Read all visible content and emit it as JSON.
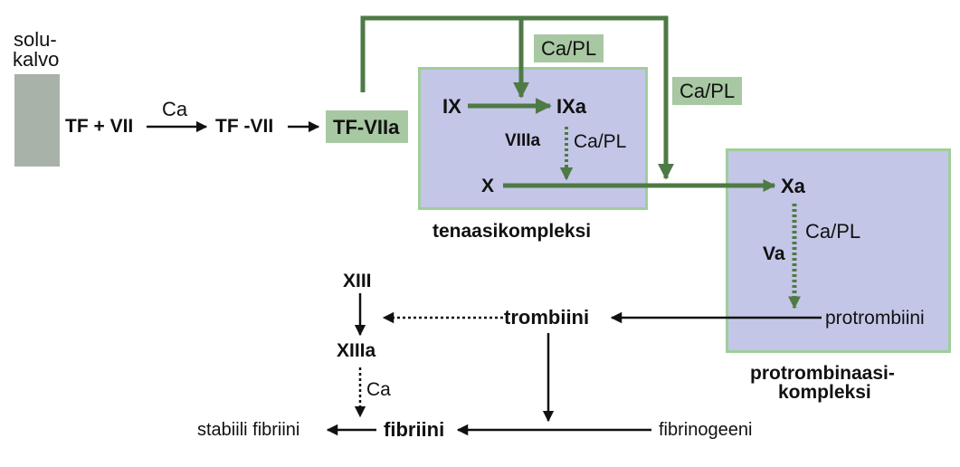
{
  "membrane_label_line1": "solu-",
  "membrane_label_line2": "kalvo",
  "initiation": {
    "tf_plus_vii": "TF + VII",
    "ca": "Ca",
    "tf_vii": "TF -VII",
    "tf_viia": "TF-VIIa"
  },
  "cofactor_chips": {
    "ca_pl_top": "Ca/PL",
    "ca_pl_right": "Ca/PL"
  },
  "tenase": {
    "ix": "IX",
    "ixa": "IXa",
    "viiia": "VIIIa",
    "ca_pl": "Ca/PL",
    "x": "X",
    "label": "tenaasikompleksi"
  },
  "prothrombinase": {
    "xa": "Xa",
    "ca_pl": "Ca/PL",
    "va": "Va",
    "protrombiini": "protrombiini",
    "label_line1": "protrombinaasi-",
    "label_line2": "kompleksi"
  },
  "common_pathway": {
    "trombiini": "trombiini",
    "xiii": "XIII",
    "xiiia": "XIIIa",
    "ca": "Ca",
    "fibriini": "fibriini",
    "stabiili_fibriini": "stabiili fibriini",
    "fibrinogeeni": "fibrinogeeni"
  },
  "colors": {
    "green_arrow": "#4e7a45",
    "black_arrow": "#111111",
    "chip_green": "#a7c8a2",
    "box_fill": "#c3c6e6",
    "box_border": "#9fce9a",
    "membrane": "#a9b2a8"
  }
}
